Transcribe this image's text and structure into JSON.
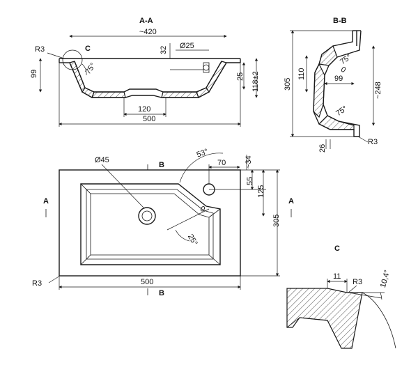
{
  "sections": {
    "aa_title": "A-A",
    "bb_title": "B-B",
    "c_title": "C",
    "c_marker": "C",
    "a_left": "A",
    "a_right": "A",
    "b_top": "B",
    "b_bottom": "B"
  },
  "section_aa": {
    "overall_top": "~420",
    "hole": "Ø25",
    "depth_32": "32",
    "height_99": "99",
    "height_25": "25",
    "height_118": "118±2",
    "bottom_120": "120",
    "width_500": "500",
    "radius": "R3",
    "angle": "75°"
  },
  "section_bb": {
    "height_305": "305",
    "height_110": "110",
    "depth_99": "99",
    "depth_248": "~248",
    "angle_top": "75°",
    "angle_bottom": "75°",
    "zero": "0",
    "base_26": "26",
    "radius": "R3"
  },
  "plan": {
    "drain": "Ø45",
    "angle_53": "53°",
    "dim_70": "70",
    "dim_34": "~34",
    "dim_55": "55",
    "dim_125": "125",
    "dim_305": "305",
    "dim_500": "500",
    "radius": "R3",
    "angle_25": "25°",
    "zero": "0"
  },
  "detail_c": {
    "dim_11": "11",
    "radius": "R3",
    "angle": "10,4°"
  }
}
